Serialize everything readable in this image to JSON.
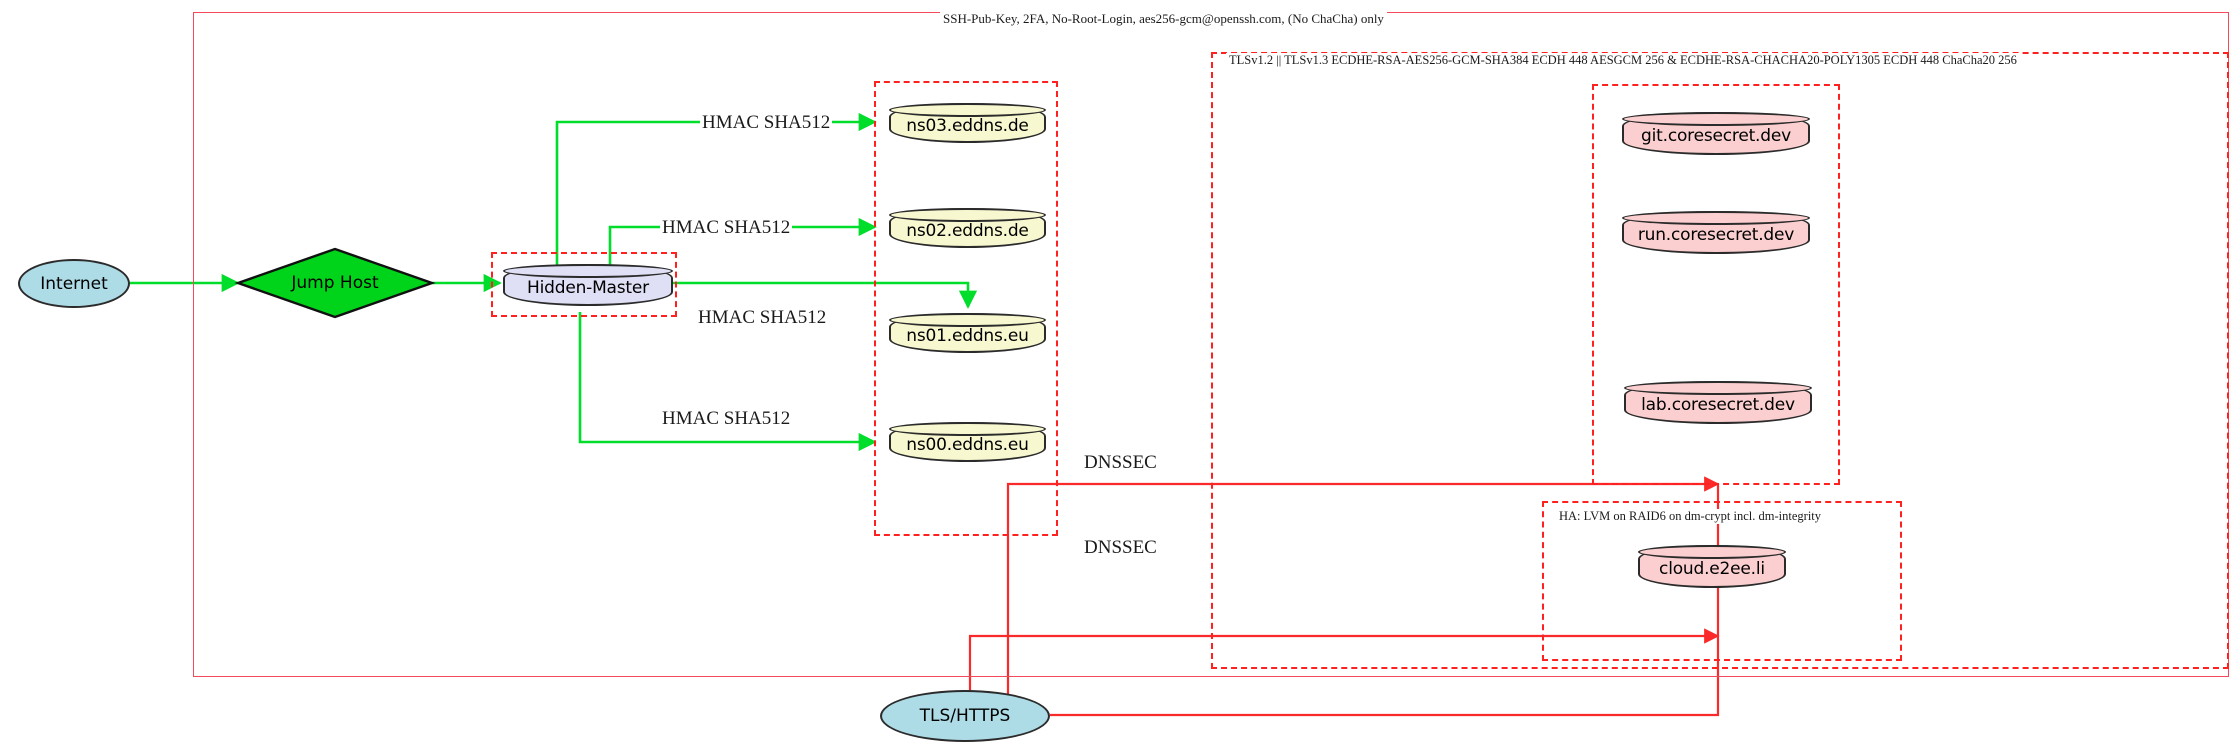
{
  "diagram": {
    "title_banner": "SSH-Pub-Key, 2FA, No-Root-Login, aes256-gcm@openssh.com, (No ChaCha) only",
    "tls_banner": "TLSv1.2 || TLSv1.3 ECDHE-RSA-AES256-GCM-SHA384 ECDH 448 AESGCM 256 & ECDHE-RSA-CHACHA20-POLY1305 ECDH 448 ChaCha20 256",
    "ha_banner": "HA: LVM on RAID6 on dm-crypt incl. dm-integrity"
  },
  "nodes": {
    "internet": {
      "label": "Internet",
      "shape": "ellipse",
      "color": "#addbe6"
    },
    "jump_host": {
      "label": "Jump Host",
      "shape": "diamond",
      "color": "#00d41a"
    },
    "hidden_master": {
      "label": "Hidden-Master",
      "shape": "cylinder",
      "color": "#dfdff5"
    },
    "ns03": {
      "label": "ns03.eddns.de",
      "shape": "cylinder",
      "color": "#f7f7d0"
    },
    "ns02": {
      "label": "ns02.eddns.de",
      "shape": "cylinder",
      "color": "#f7f7d0"
    },
    "ns01": {
      "label": "ns01.eddns.eu",
      "shape": "cylinder",
      "color": "#f7f7d0"
    },
    "ns00": {
      "label": "ns00.eddns.eu",
      "shape": "cylinder",
      "color": "#f7f7d0"
    },
    "git": {
      "label": "git.coresecret.dev",
      "shape": "cylinder",
      "color": "#fbcfcf"
    },
    "run": {
      "label": "run.coresecret.dev",
      "shape": "cylinder",
      "color": "#fbcfcf"
    },
    "lab": {
      "label": "lab.coresecret.dev",
      "shape": "cylinder",
      "color": "#fbcfcf"
    },
    "cloud": {
      "label": "cloud.e2ee.li",
      "shape": "cylinder",
      "color": "#fbcfcf"
    },
    "tls_https": {
      "label": "TLS/HTTPS",
      "shape": "ellipse",
      "color": "#addbe6"
    }
  },
  "edges": [
    {
      "id": "e-hm-ns03",
      "label": "HMAC SHA512",
      "color": "#00dd2a",
      "from": "hidden_master",
      "to": "ns03"
    },
    {
      "id": "e-hm-ns02",
      "label": "HMAC SHA512",
      "color": "#00dd2a",
      "from": "hidden_master",
      "to": "ns02"
    },
    {
      "id": "e-hm-ns01",
      "label": "HMAC SHA512",
      "color": "#00dd2a",
      "from": "hidden_master",
      "to": "ns01"
    },
    {
      "id": "e-hm-ns00",
      "label": "HMAC SHA512",
      "color": "#00dd2a",
      "from": "hidden_master",
      "to": "ns00"
    },
    {
      "id": "e-tls-dnssec-1",
      "label": "DNSSEC",
      "color": "#fa2a2a",
      "from": "tls_https",
      "to": "coresecret_cluster"
    },
    {
      "id": "e-tls-dnssec-2",
      "label": "DNSSEC",
      "color": "#fa2a2a",
      "from": "tls_https",
      "to": "ha_cluster"
    },
    {
      "id": "e-internet-jump",
      "label": "",
      "color": "#00dd2a",
      "from": "internet",
      "to": "jump_host"
    },
    {
      "id": "e-jump-hm",
      "label": "",
      "color": "#00dd2a",
      "from": "jump_host",
      "to": "hidden_master"
    }
  ],
  "colors": {
    "accent_red": "#ff2020",
    "banner_red": "#f4495a",
    "edge_green": "#00dd2a",
    "edge_red": "#fa2a2a",
    "dns_fill": "#f7f7d0",
    "master_fill": "#dfdff5",
    "web_fill": "#fbcfcf",
    "ellipse_fill": "#addbe6",
    "diamond_fill": "#00d41a"
  }
}
